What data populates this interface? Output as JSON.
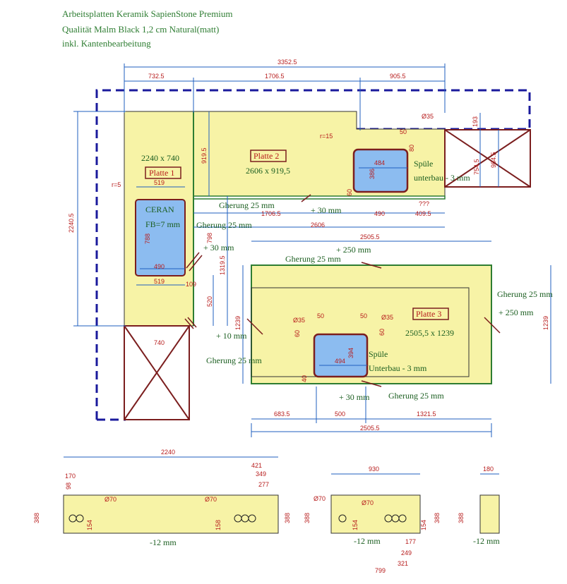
{
  "header": {
    "line1": "Arbeitsplatten Keramik SapienStone Premium",
    "line2": "Qualität Malm Black 1,2 cm Natural(matt)",
    "line3": "inkl. Kantenbearbeitung"
  },
  "colors": {
    "slab": "#f7f3a6",
    "sink": "#8cbcf0",
    "dim_red": "#b71c1c",
    "dim_blue": "#1f5fbf",
    "green_text": "#1b5e20",
    "dashed_outline": "#1a1a9c",
    "cabinet": "#7b1e1e"
  },
  "plates": {
    "p1": {
      "label": "Platte 1",
      "size": "2240 x 740"
    },
    "p2": {
      "label": "Platte 2",
      "size": "2606 x 919,5"
    },
    "p3": {
      "label": "Platte 3",
      "size": "2505,5 x 1239"
    }
  },
  "texts": {
    "ceran": "CERAN",
    "fb": "FB=7 mm",
    "spuele": "Spüle",
    "unterbau_p2": "unterbau - 3 mm",
    "unterbau_p3": "Unterbau - 3 mm",
    "gherung": "Gherung 25 mm",
    "gherung_cap": "Gherung 25 mm",
    "plus30": "+ 30 mm",
    "plus250": "+ 250 mm",
    "plus10": "+ 10 mm",
    "minus12": "-12 mm",
    "qqq": "???",
    "r15": "r=15",
    "r5": "r=5",
    "d35": "Ø35",
    "d70": "Ø70"
  },
  "dims": {
    "total_top": "3352.5",
    "top_a": "732.5",
    "top_b": "1706.5",
    "top_c": "905.5",
    "left_total": "2240.5",
    "left_919": "919.5",
    "left_1319": "1319.5",
    "left_520": "520",
    "left_798": "798",
    "p1_cut_w": "519",
    "p1_cut_w2": "519",
    "p1_sink_w": "490",
    "p1_sink_h": "788",
    "p1_gap": "109",
    "p1_bottom": "740",
    "p2_1706": "1706.5",
    "p2_490": "490",
    "p2_409": "409.5",
    "p2_2606": "2606",
    "p2_sink_w": "484",
    "p2_sink_h": "386",
    "p2_50": "50",
    "p2_80": "80",
    "p2_60": "60",
    "right_193": "193",
    "right_754": "754.5",
    "right_984": "984.5",
    "p3_top": "2505.5",
    "p3_left_h": "1239",
    "p3_right_h": "1239",
    "p3_50a": "50",
    "p3_50b": "50",
    "p3_60a": "60",
    "p3_60b": "60",
    "p3_sink_w": "494",
    "p3_sink_h": "394",
    "p3_40": "40",
    "p3_683": "683.5",
    "p3_500": "500",
    "p3_1321": "1321.5",
    "p3_bottom": "2505.5",
    "e1_w": "2240",
    "e1_421": "421",
    "e1_349": "349",
    "e1_277": "277",
    "e1_170": "170",
    "e1_98": "98",
    "e1_h": "388",
    "e1_h2": "388",
    "e1_154a": "154",
    "e1_158": "158",
    "e2_w": "930",
    "e2_h": "388",
    "e2_h2": "388",
    "e2_154a": "154",
    "e2_154b": "154",
    "e2_177": "177",
    "e2_249": "249",
    "e2_321": "321",
    "e2_799": "799",
    "e3_w": "180",
    "e3_h": "388"
  }
}
